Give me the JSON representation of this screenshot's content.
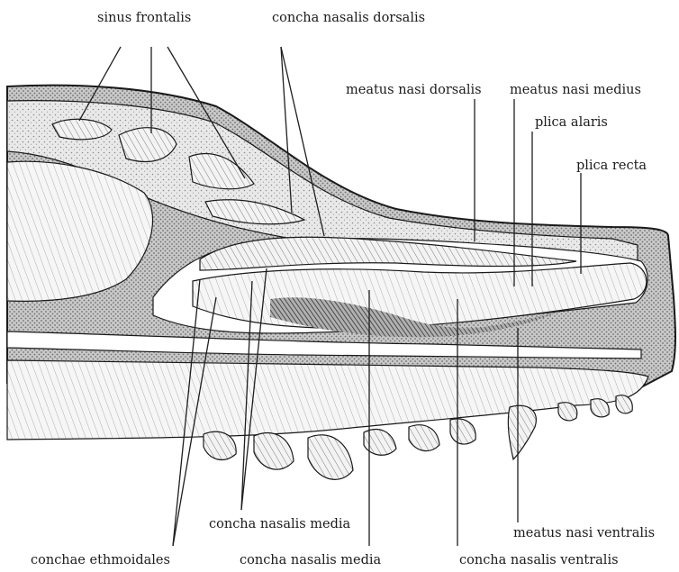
{
  "labels": {
    "sinus_frontalis": "sinus frontalis",
    "concha_nasalis_dorsalis": "concha nasalis dorsalis",
    "meatus_nasi_dorsalis": "meatus nasi dorsalis",
    "meatus_nasi_medius": "meatus nasi medius",
    "plica_alaris": "plica alaris",
    "plica_recta": "plica recta",
    "concha_nasalis_media_upper": "concha nasalis media",
    "meatus_nasi_ventralis": "meatus nasi ventralis",
    "conchae_ethmoidales": "conchae ethmoidales",
    "concha_nasalis_media_lower": "concha nasalis media",
    "concha_nasalis_ventralis": "concha nasalis ventralis"
  },
  "colors": {
    "ink": "#1c1c1c",
    "stipple_bone": "#bdbdbd",
    "hatch_soft": "#d9d9d9",
    "cavity": "#ffffff",
    "dark_hatch": "#5a5a5a"
  }
}
